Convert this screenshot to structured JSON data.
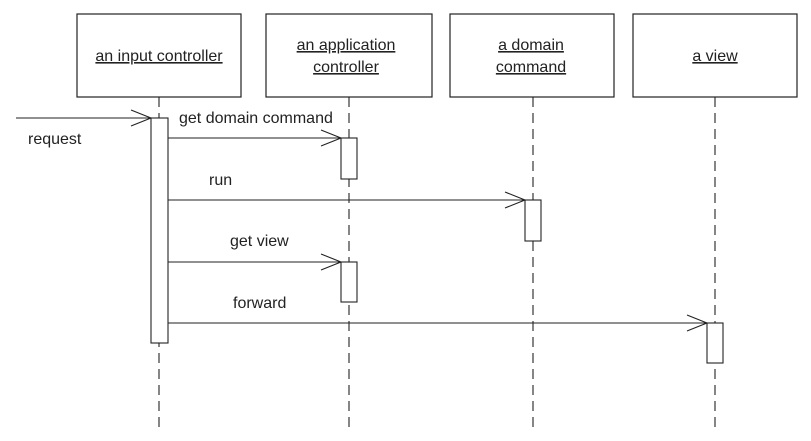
{
  "objects": [
    {
      "id": "input-controller",
      "lines": [
        "an input controller"
      ]
    },
    {
      "id": "application-controller",
      "lines": [
        "an application",
        "controller"
      ]
    },
    {
      "id": "domain-command",
      "lines": [
        "a domain",
        "command"
      ]
    },
    {
      "id": "view",
      "lines": [
        "a view"
      ]
    }
  ],
  "messages": [
    {
      "label": "request",
      "from": null,
      "to": "input-controller"
    },
    {
      "label": "get domain command",
      "from": "input-controller",
      "to": "application-controller"
    },
    {
      "label": "run",
      "from": "input-controller",
      "to": "domain-command"
    },
    {
      "label": "get view",
      "from": "input-controller",
      "to": "application-controller"
    },
    {
      "label": "forward",
      "from": "input-controller",
      "to": "view"
    }
  ]
}
